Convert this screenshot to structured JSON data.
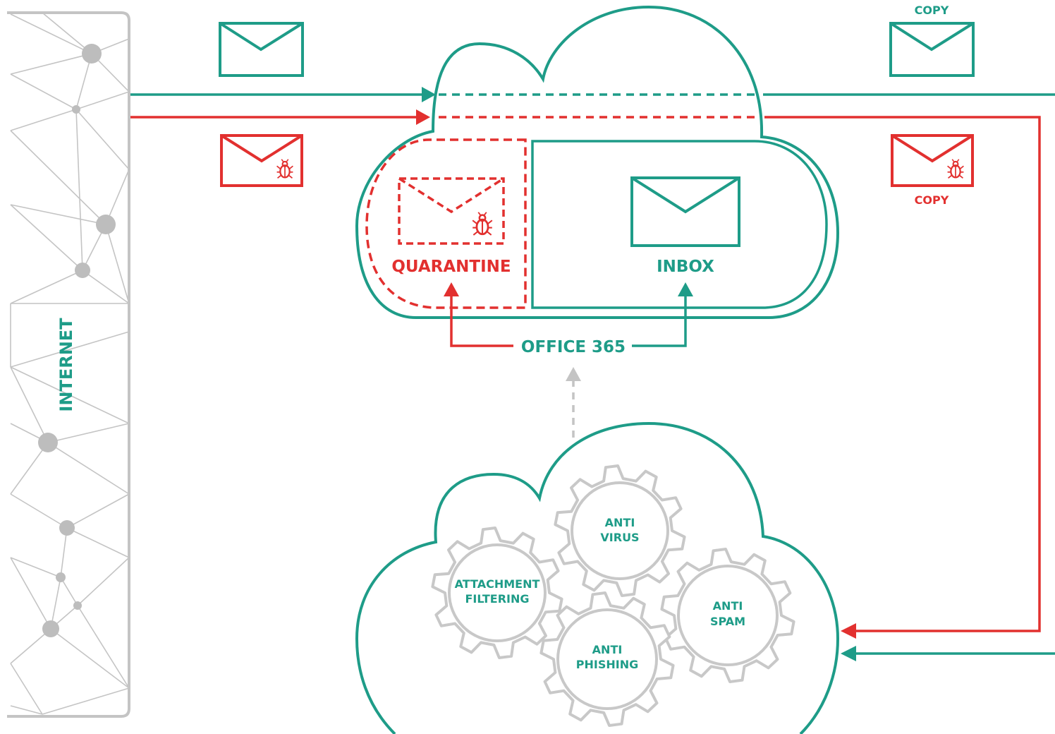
{
  "colors": {
    "teal": "#1e9c88",
    "red": "#e2302f",
    "gray": "#c4c4c4",
    "gray_dark": "#b3b3b3"
  },
  "labels": {
    "internet": "INTERNET",
    "quarantine": "QUARANTINE",
    "inbox": "INBOX",
    "office365": "OFFICE 365",
    "copy_clean": "COPY",
    "copy_malicious": "COPY"
  },
  "gears": [
    {
      "id": "attachment-filtering",
      "line1": "ATTACHMENT",
      "line2": "FILTERING"
    },
    {
      "id": "anti-virus",
      "line1": "ANTI",
      "line2": "VIRUS"
    },
    {
      "id": "anti-spam",
      "line1": "ANTI",
      "line2": "SPAM"
    },
    {
      "id": "anti-phishing",
      "line1": "ANTI",
      "line2": "PHISHING"
    }
  ],
  "icons": {
    "clean_mail": "envelope-icon",
    "malicious_mail": "envelope-bug-icon",
    "bug": "bug-icon",
    "gear": "gear-icon"
  }
}
